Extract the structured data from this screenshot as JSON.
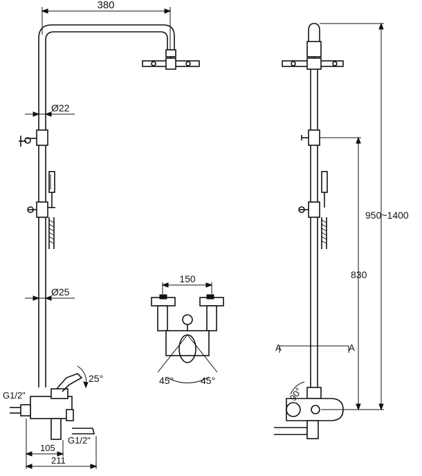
{
  "dimensions": {
    "width_top": "380",
    "dia_upper": "Ø22",
    "dia_lower": "Ø25",
    "valve_spacing": "150",
    "angle_left": "45°",
    "angle_right": "45°",
    "lever_angle": "25°",
    "inlet_thread": "G1/2\"",
    "outlet_thread": "G1/2\"",
    "spout_depth": "105",
    "base_depth": "211",
    "side_angle": "90°",
    "height_range": "950~1400",
    "height_fixed": "830",
    "section_left": "A",
    "section_right": "A"
  },
  "colors": {
    "line": "#111111",
    "background": "#ffffff"
  }
}
